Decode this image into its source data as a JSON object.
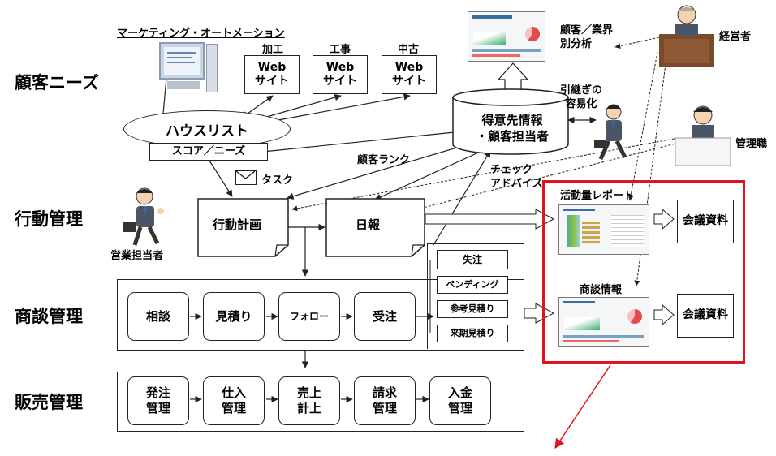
{
  "sections": {
    "needs": "顧客ニーズ",
    "action": "行動管理",
    "deal": "商談管理",
    "sales": "販売管理"
  },
  "marketing": {
    "title": "マーケティング・オートメーション",
    "web_categories": [
      "加工",
      "工事",
      "中古"
    ],
    "web_label_line1": "Web",
    "web_label_line2": "サイト",
    "house_list": "ハウスリスト",
    "score_needs": "スコア／ニーズ",
    "task": "タスク"
  },
  "customer_db": {
    "line1": "得意先情報",
    "line2": "・顧客担当者",
    "handover_line1": "引継ぎの",
    "handover_line2": "容易化",
    "analysis_line1": "顧客／業界",
    "analysis_line2": "別分析",
    "customer_rank": "顧客ランク"
  },
  "roles": {
    "executive": "経営者",
    "manager": "管理職",
    "sales_rep": "営業担当者"
  },
  "check_advice": {
    "line1": "チェック",
    "line2": "アドバイス"
  },
  "action": {
    "plan": "行動計画",
    "daily_report": "日報"
  },
  "deal": {
    "stages": [
      "相談",
      "見積り",
      "フォロー",
      "受注"
    ],
    "outcomes": [
      "失注",
      "ペンディング",
      "参考見積り",
      "来期見積り"
    ]
  },
  "sales_flow": {
    "steps": [
      {
        "line1": "発注",
        "line2": "管理"
      },
      {
        "line1": "仕入",
        "line2": "管理"
      },
      {
        "line1": "売上",
        "line2": "計上"
      },
      {
        "line1": "請求",
        "line2": "管理"
      },
      {
        "line1": "入金",
        "line2": "管理"
      }
    ]
  },
  "reports": {
    "activity_report": "活動量レポート",
    "deal_info": "商談情報",
    "meeting_doc": "会議資料"
  },
  "colors": {
    "highlight": "#e0141e",
    "stroke": "#222222"
  }
}
